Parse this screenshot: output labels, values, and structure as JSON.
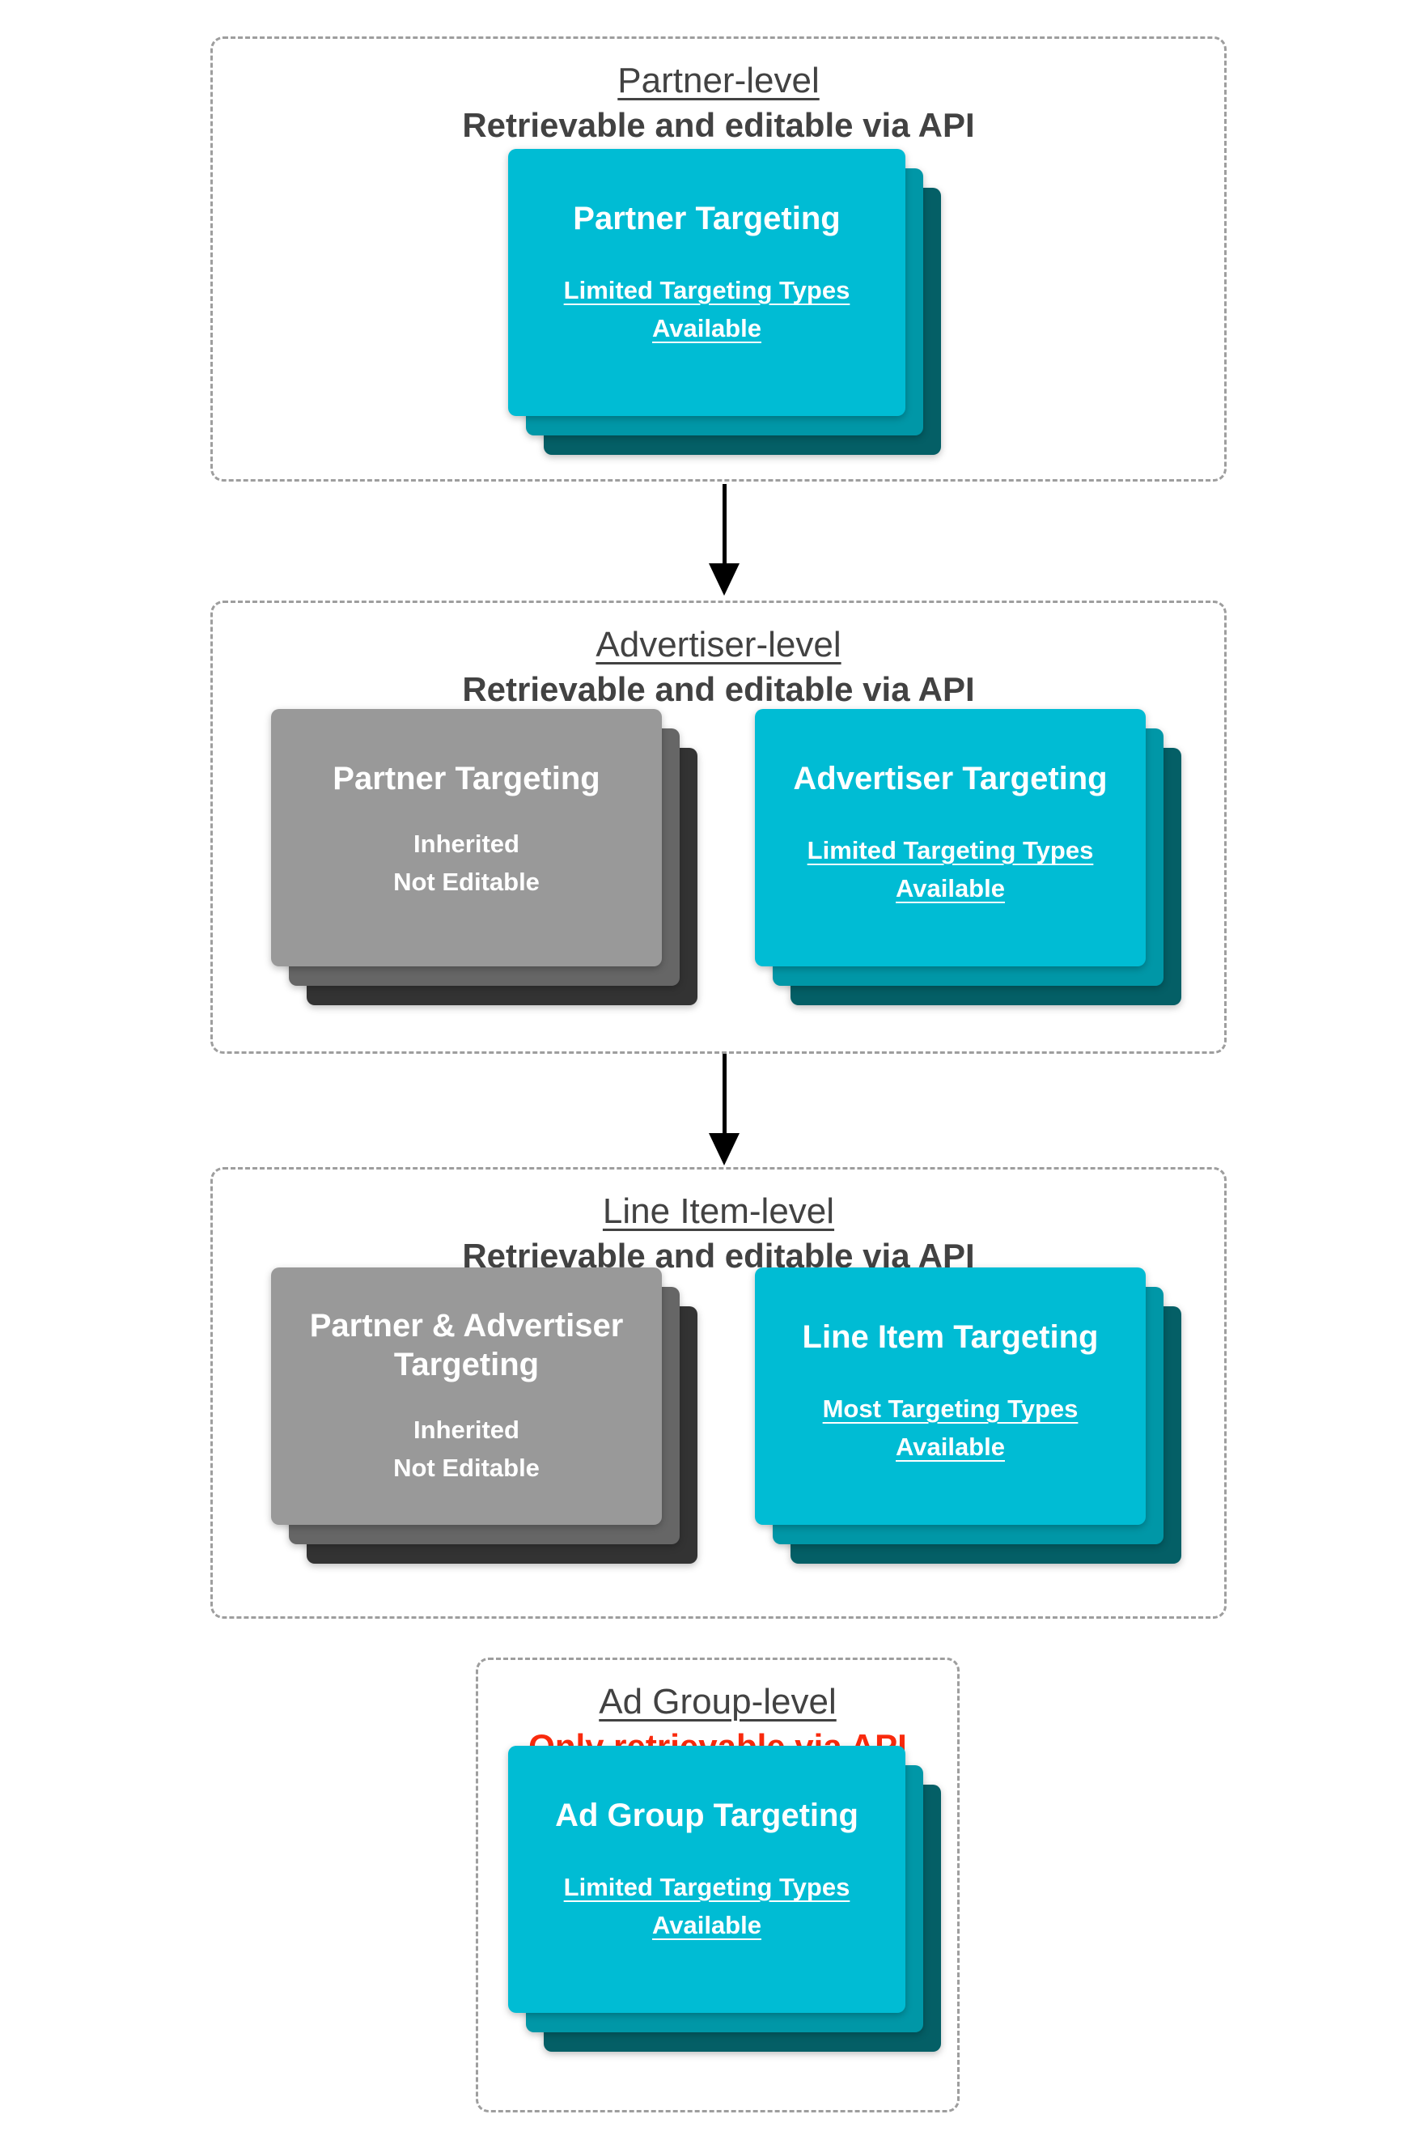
{
  "colors": {
    "background": "#ffffff",
    "cyan_front": "#00bcd4",
    "cyan_mid": "#0097a7",
    "teal_dark": "#045f66",
    "gray_front": "#999999",
    "gray_mid": "#666666",
    "gray_dark": "#333333",
    "heading_text": "#424242",
    "alert_red": "#f92a0d",
    "dashed_border": "#9e9e9e",
    "card_text": "#ffffff",
    "arrow_black": "#000000"
  },
  "sections": [
    {
      "level": "Partner-level",
      "api_access": "Retrievable and editable via API",
      "cards": [
        {
          "title": "Partner Targeting",
          "note": "Limited Targeting Types Available",
          "style": "cyan"
        }
      ]
    },
    {
      "level": "Advertiser-level",
      "api_access": "Retrievable and editable via API",
      "cards": [
        {
          "title": "Partner Targeting",
          "note_lines": [
            "Inherited",
            "Not Editable"
          ],
          "style": "gray"
        },
        {
          "title": "Advertiser Targeting",
          "note": "Limited Targeting Types Available",
          "style": "cyan"
        }
      ]
    },
    {
      "level": "Line Item-level",
      "api_access": "Retrievable and editable via API",
      "cards": [
        {
          "title": "Partner & Advertiser Targeting",
          "note_lines": [
            "Inherited",
            "Not Editable"
          ],
          "style": "gray"
        },
        {
          "title": "Line Item Targeting",
          "note": "Most Targeting Types Available",
          "style": "cyan"
        }
      ]
    },
    {
      "level": "Ad Group-level",
      "api_access": "Only retrievable via API",
      "cards": [
        {
          "title": "Ad Group Targeting",
          "note": "Limited Targeting Types Available",
          "style": "cyan"
        }
      ]
    }
  ],
  "arrows": [
    {
      "from": "Partner-level",
      "to": "Advertiser-level"
    },
    {
      "from": "Advertiser-level",
      "to": "Line Item-level"
    }
  ]
}
